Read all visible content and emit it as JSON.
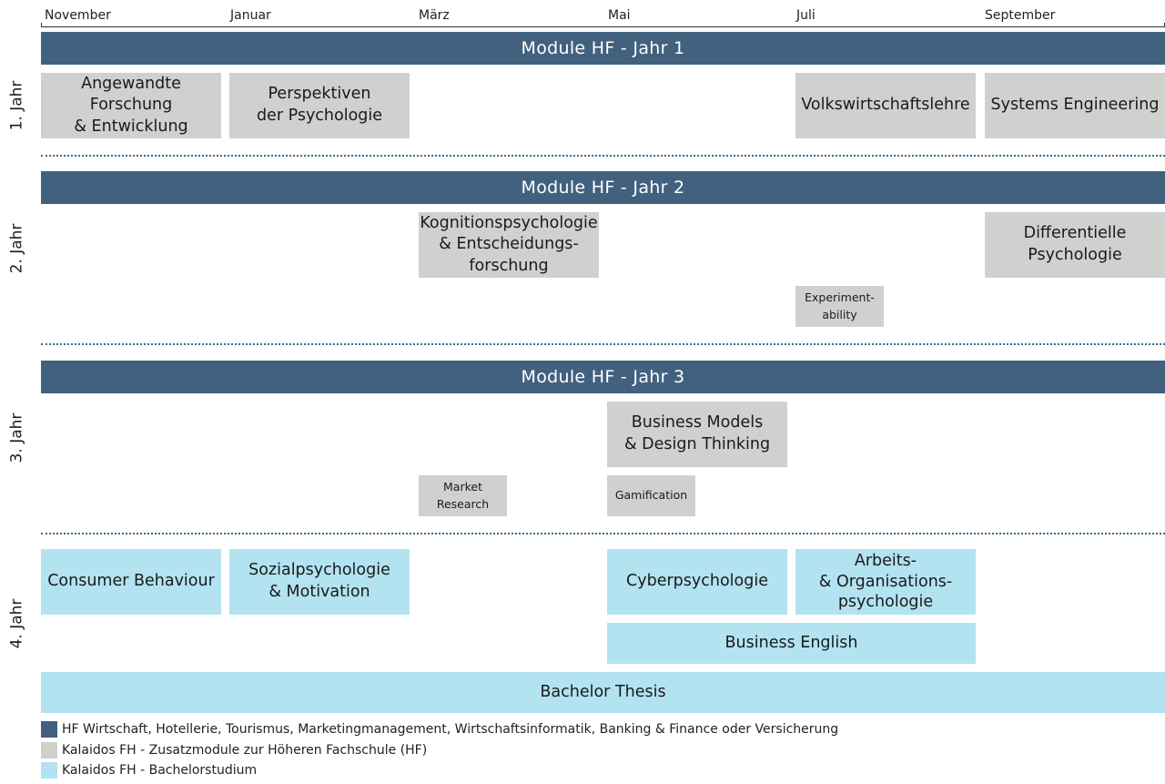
{
  "months": [
    "November",
    "Januar",
    "März",
    "Mai",
    "Juli",
    "September"
  ],
  "years": [
    "1. Jahr",
    "2. Jahr",
    "3. Jahr",
    "4. Jahr"
  ],
  "bands": [
    "Module HF - Jahr 1",
    "Module HF - Jahr 2",
    "Module HF - Jahr 3"
  ],
  "modules": {
    "angewandte_forschung": "Angewandte Forschung\n& Entwicklung",
    "perspektiven_psychologie": "Perspektiven\nder Psychologie",
    "volkswirtschaftslehre": "Volkswirtschaftslehre",
    "systems_engineering": "Systems Engineering",
    "kognitionspsychologie": "Kognitionspsychologie\n& Entscheidungs-\nforschung",
    "differentielle_psychologie": "Differentielle\nPsychologie",
    "experimentability": "Experiment-\nability",
    "business_models": "Business Models\n& Design Thinking",
    "market_research": "Market\nResearch",
    "gamification": "Gamification",
    "consumer_behaviour": "Consumer Behaviour",
    "sozialpsychologie": "Sozialpsychologie\n& Motivation",
    "cyberpsychologie": "Cyberpsychologie",
    "arbeits_organisation": "Arbeits-\n& Organisations-\npsychologie",
    "business_english": "Business English",
    "bachelor_thesis": "Bachelor Thesis"
  },
  "legend": [
    {
      "color": "#41617e",
      "label": "HF Wirtschaft, Hotellerie, Tourismus, Marketingmanagement, Wirtschaftsinformatik, Banking & Finance oder Versicherung"
    },
    {
      "color": "#cfd1ce",
      "label": "Kalaidos FH - Zusatzmodule zur Höheren Fachschule (HF)"
    },
    {
      "color": "#b3e3f1",
      "label": "Kalaidos FH - Bachelorstudium"
    }
  ],
  "colors": {
    "hf_band": "#41617e",
    "zusatzmodul": "#cfd1ce",
    "bachelor": "#b3e3f1",
    "separator": "#3a6e8a"
  }
}
